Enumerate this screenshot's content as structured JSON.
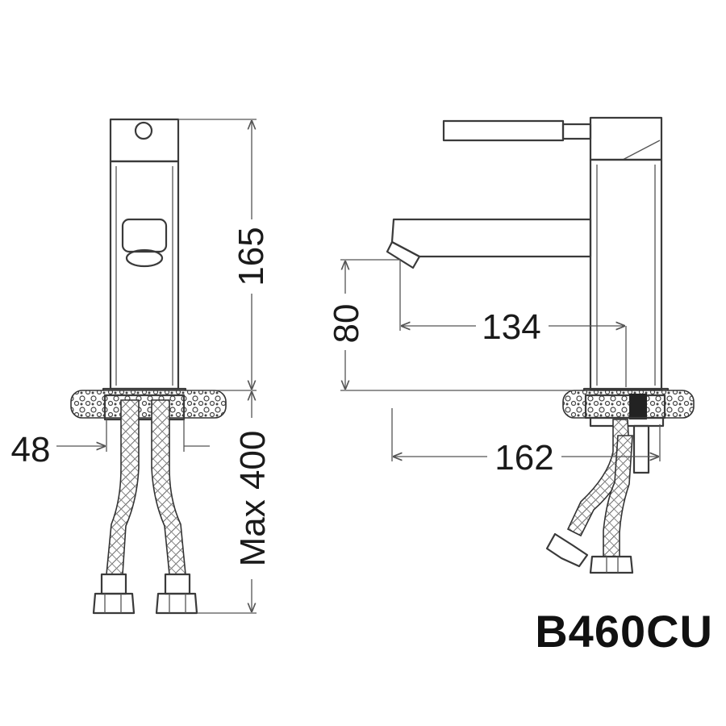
{
  "dimensions": {
    "body_height": "165",
    "hose_length": "Max 400",
    "hose_spacing": "48",
    "spout_height": "80",
    "spout_reach": "134",
    "overall_depth": "162"
  },
  "model": "B460CU",
  "colors": {
    "line": "#3a3a3a",
    "text": "#1a1a1a",
    "background": "#ffffff"
  }
}
